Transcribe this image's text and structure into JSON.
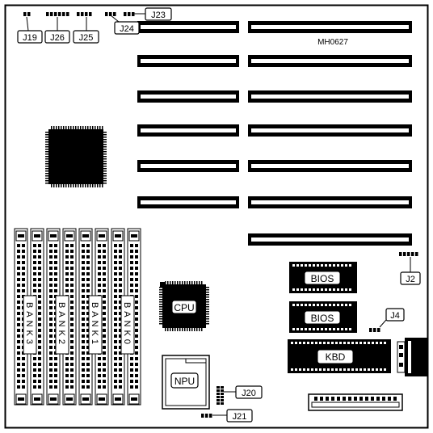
{
  "diagram": {
    "board_code": "MH0627",
    "jumpers": {
      "j19": "J19",
      "j26": "J26",
      "j25": "J25",
      "j24": "J24",
      "j23": "J23",
      "j2": "J2",
      "j4": "J4",
      "j20": "J20",
      "j21": "J21"
    },
    "chips": {
      "cpu": "CPU",
      "npu": "NPU",
      "bios_1": "BIOS",
      "bios_2": "BIOS",
      "kbd": "KBD"
    },
    "banks": {
      "bank3": "BANK3",
      "bank2": "BANK2",
      "bank1": "BANK1",
      "bank0": "BANK0"
    }
  }
}
